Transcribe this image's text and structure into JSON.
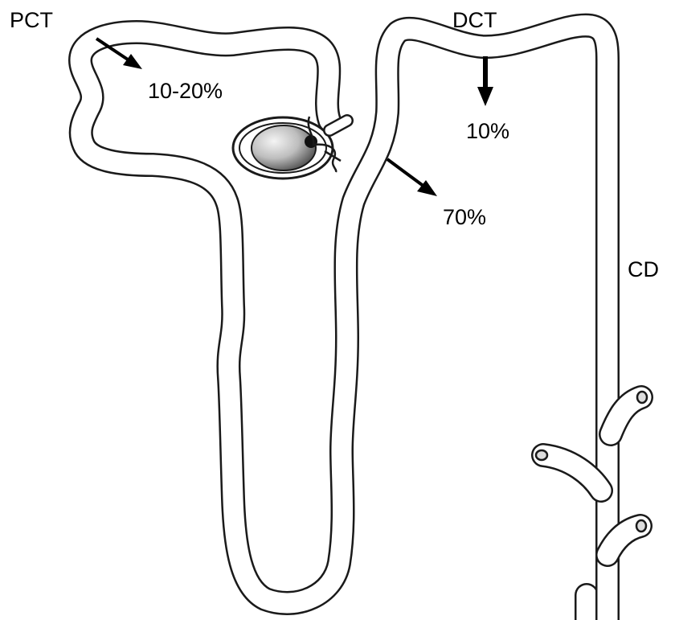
{
  "labels": {
    "pct": "PCT",
    "dct": "DCT",
    "cd": "CD",
    "pct_reabsorption": "10-20%",
    "dct_reabsorption": "10%",
    "loop_reabsorption": "70%"
  },
  "colors": {
    "outline": "#1a1a1a",
    "tube_lumen": "#ffffff",
    "glomerulus_light": "#f2f2f2",
    "glomerulus_dark": "#6e6e6e",
    "arrow": "#000000"
  }
}
